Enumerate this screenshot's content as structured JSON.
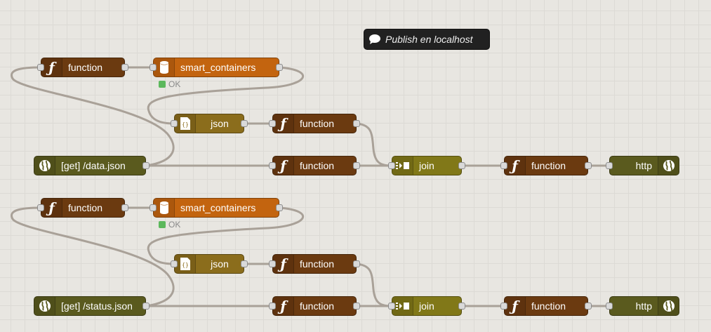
{
  "comment": {
    "text": "Publish en localhost",
    "icon": "comment-icon"
  },
  "flow1": {
    "fn_a": "function",
    "db": "smart_containers",
    "db_status": "OK",
    "json": "json",
    "fn_b": "function",
    "http_in": "[get] /data.json",
    "fn_c": "function",
    "join": "join",
    "fn_d": "function",
    "http_out": "http"
  },
  "flow2": {
    "fn_a": "function",
    "db": "smart_containers",
    "db_status": "OK",
    "json": "json",
    "fn_b": "function",
    "http_in": "[get] /status.json",
    "fn_c": "function",
    "join": "join",
    "fn_d": "function",
    "http_out": "http"
  },
  "colors": {
    "function": "#6b3a10",
    "database": "#c3640f",
    "json": "#8b6d1c",
    "join": "#817818",
    "http": "#5a5a1e",
    "status_ok": "#5cb85c",
    "wire": "#a9a198",
    "canvas": "#e8e6e1"
  }
}
